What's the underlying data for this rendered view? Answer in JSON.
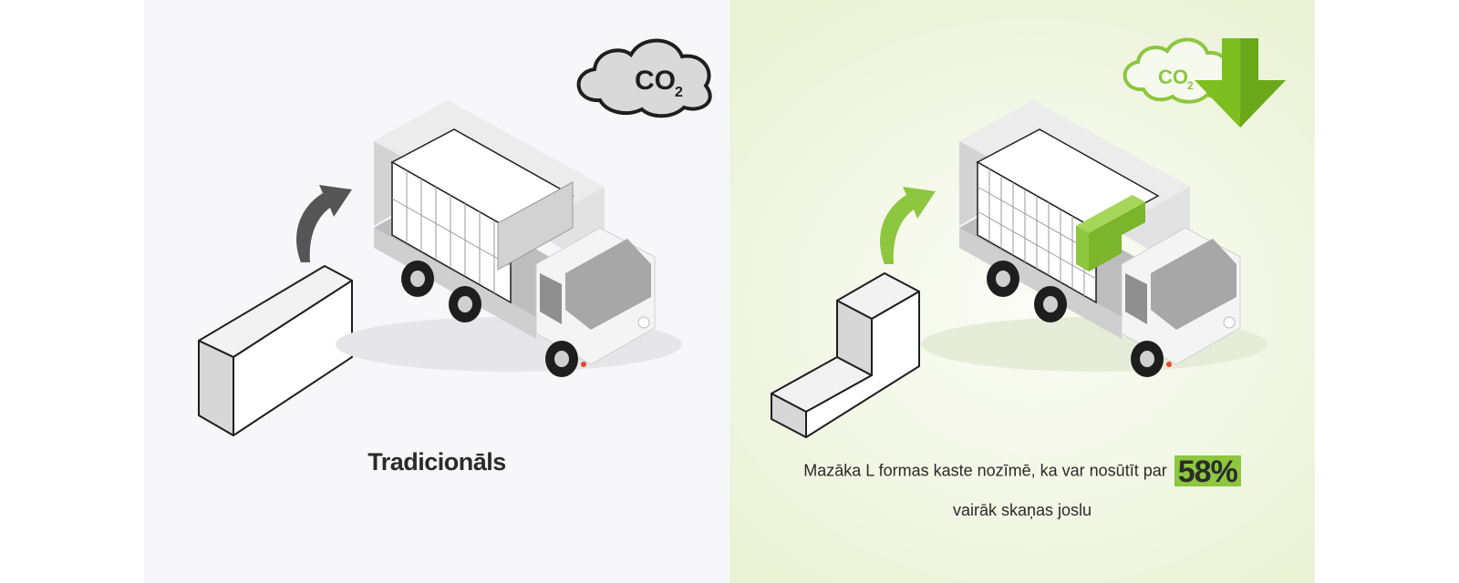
{
  "traditional": {
    "caption": "Tradicionāls",
    "co2_label": "CO",
    "co2_sub": "2"
  },
  "lshape": {
    "caption_line1": "Mazāka L formas kaste nozīmē, ka var nosūtīt par",
    "highlight": "58%",
    "caption_line2": "vairāk skaņas joslu",
    "co2_label": "CO",
    "co2_sub": "2"
  },
  "colors": {
    "accent_green": "#8dc63f",
    "dark_arrow": "#555555",
    "outline": "#1e1e1e"
  }
}
